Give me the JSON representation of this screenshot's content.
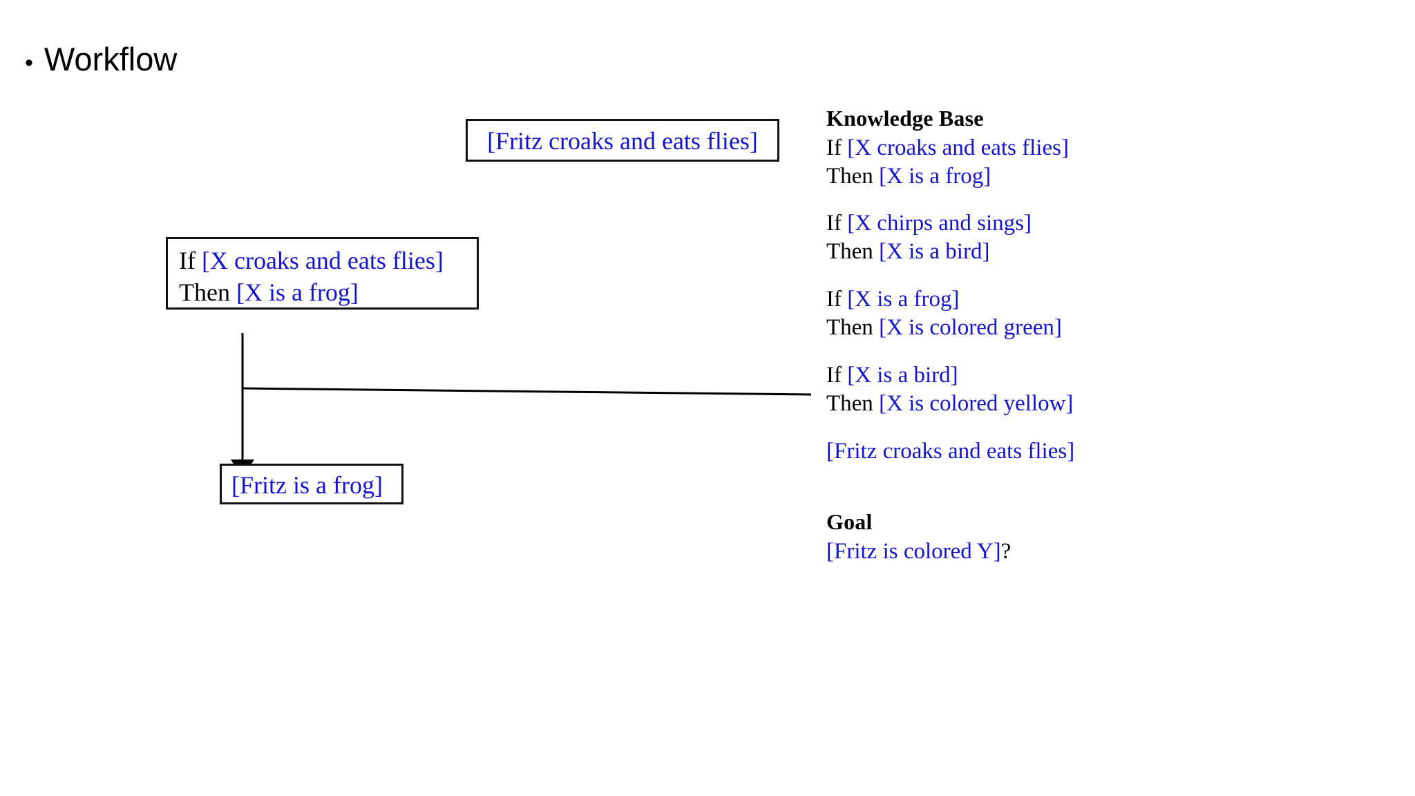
{
  "slide": {
    "bullet_glyph": "•",
    "title": "Workflow"
  },
  "diagram": {
    "fact_node": {
      "text": "[Fritz croaks and eats flies]"
    },
    "rule_node": {
      "if_keyword": "If",
      "if_value": "[X croaks and eats flies]",
      "then_keyword": "Then",
      "then_value": "[X is a frog]"
    },
    "conclusion_node": {
      "text": "[Fritz is a frog]"
    },
    "connectors": {
      "stroke_color": "#000000",
      "arrow_target": "conclusion-node"
    }
  },
  "knowledge_base": {
    "heading": "Knowledge Base",
    "rules": [
      {
        "if_keyword": "If",
        "if_value": "[X croaks and eats flies]",
        "then_keyword": "Then",
        "then_value": "[X is a frog]"
      },
      {
        "if_keyword": "If",
        "if_value": "[X chirps and sings]",
        "then_keyword": "Then",
        "then_value": "[X is a bird]"
      },
      {
        "if_keyword": "If",
        "if_value": "[X is a frog]",
        "then_keyword": "Then",
        "then_value": "[X is colored green]"
      },
      {
        "if_keyword": "If",
        "if_value": "[X is a bird]",
        "then_keyword": "Then",
        "then_value": "[X is colored yellow]"
      }
    ],
    "fact": "[Fritz croaks and eats flies]"
  },
  "goal": {
    "heading": "Goal",
    "statement": "[Fritz is colored Y]",
    "question_mark": "?"
  },
  "colors": {
    "value_blue": "#1414cc",
    "keyword_black": "#000000",
    "border_black": "#111111",
    "background": "#ffffff"
  }
}
